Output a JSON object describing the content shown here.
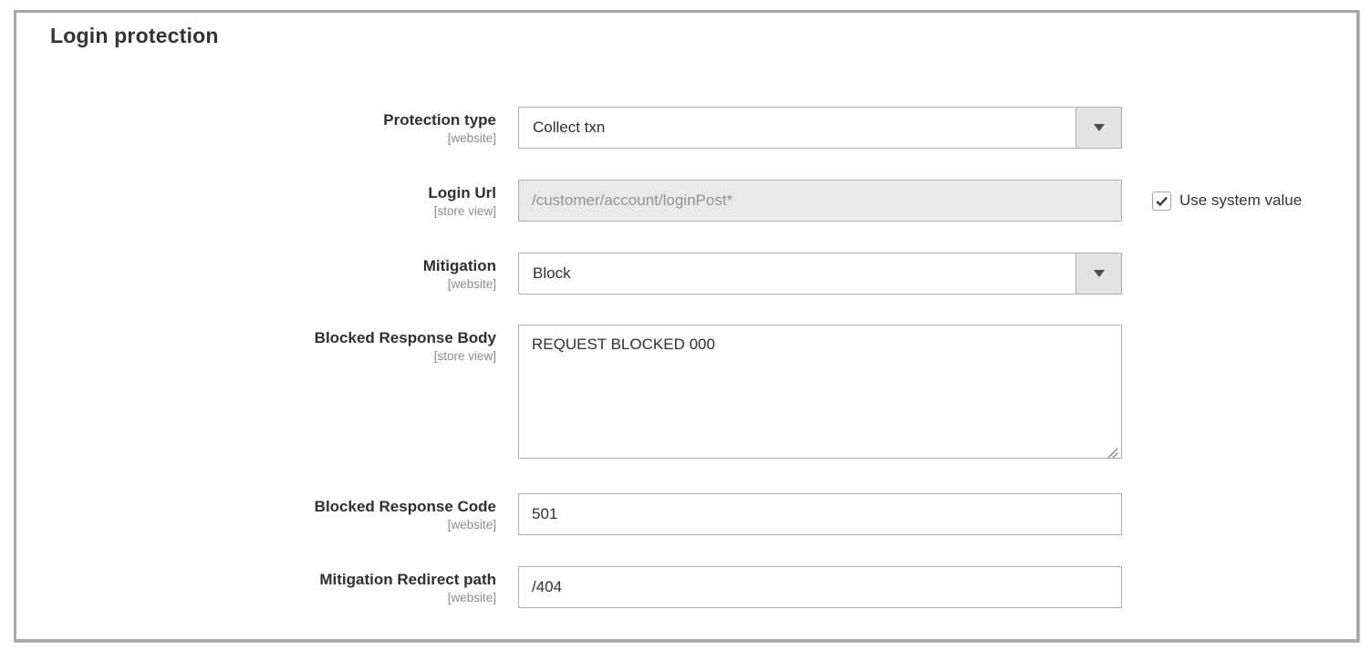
{
  "panel": {
    "title": "Login protection"
  },
  "fields": [
    {
      "label": "Protection type",
      "scope": "[website]",
      "type": "select",
      "value": "Collect txn"
    },
    {
      "label": "Login Url",
      "scope": "[store view]",
      "type": "text_disabled",
      "value": "/customer/account/loginPost*",
      "checkbox": {
        "label": "Use system value",
        "checked": true
      }
    },
    {
      "label": "Mitigation",
      "scope": "[website]",
      "type": "select",
      "value": "Block"
    },
    {
      "label": "Blocked Response Body",
      "scope": "[store view]",
      "type": "textarea",
      "value": "REQUEST BLOCKED 000"
    },
    {
      "label": "Blocked Response Code",
      "scope": "[website]",
      "type": "text",
      "value": "501"
    },
    {
      "label": "Mitigation Redirect path",
      "scope": "[website]",
      "type": "text",
      "value": "/404"
    }
  ],
  "colors": {
    "panel_border": "#a6a6a6",
    "input_border": "#adadad",
    "disabled_input_bg": "#e9e9e9",
    "label_text": "#2f2f2f",
    "scope_text": "#8c8c8c",
    "select_button_bg": "#e3e3e3"
  }
}
